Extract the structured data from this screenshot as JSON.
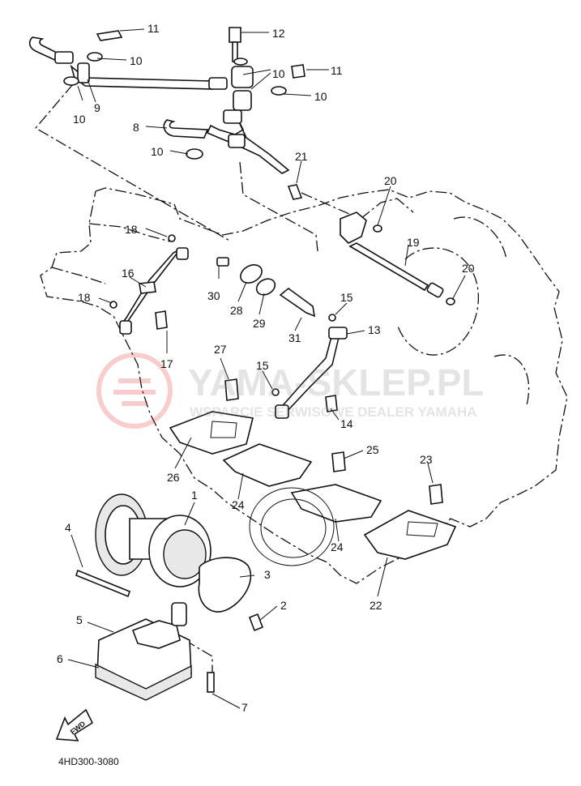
{
  "diagram": {
    "code": "4HD300-3080",
    "front_marker": "FWD",
    "watermark": {
      "brand": "YAMA-SKLEP.PL",
      "tagline": "WSPARCIE SERWISOWE DEALER YAMAHA"
    },
    "callouts": [
      {
        "id": "c1",
        "label": "1"
      },
      {
        "id": "c2",
        "label": "2"
      },
      {
        "id": "c3",
        "label": "3"
      },
      {
        "id": "c4",
        "label": "4"
      },
      {
        "id": "c5",
        "label": "5"
      },
      {
        "id": "c6",
        "label": "6"
      },
      {
        "id": "c7",
        "label": "7"
      },
      {
        "id": "c8",
        "label": "8"
      },
      {
        "id": "c9",
        "label": "9"
      },
      {
        "id": "c10a",
        "label": "10"
      },
      {
        "id": "c10b",
        "label": "10"
      },
      {
        "id": "c10c",
        "label": "10"
      },
      {
        "id": "c10d",
        "label": "10"
      },
      {
        "id": "c10e",
        "label": "10"
      },
      {
        "id": "c11a",
        "label": "11"
      },
      {
        "id": "c11b",
        "label": "11"
      },
      {
        "id": "c12",
        "label": "12"
      },
      {
        "id": "c13",
        "label": "13"
      },
      {
        "id": "c14",
        "label": "14"
      },
      {
        "id": "c15a",
        "label": "15"
      },
      {
        "id": "c15b",
        "label": "15"
      },
      {
        "id": "c16",
        "label": "16"
      },
      {
        "id": "c17",
        "label": "17"
      },
      {
        "id": "c18a",
        "label": "18"
      },
      {
        "id": "c18b",
        "label": "18"
      },
      {
        "id": "c19",
        "label": "19"
      },
      {
        "id": "c20a",
        "label": "20"
      },
      {
        "id": "c20b",
        "label": "20"
      },
      {
        "id": "c21",
        "label": "21"
      },
      {
        "id": "c22",
        "label": "22"
      },
      {
        "id": "c23",
        "label": "23"
      },
      {
        "id": "c24a",
        "label": "24"
      },
      {
        "id": "c24b",
        "label": "24"
      },
      {
        "id": "c25",
        "label": "25"
      },
      {
        "id": "c26",
        "label": "26"
      },
      {
        "id": "c27",
        "label": "27"
      },
      {
        "id": "c28",
        "label": "28"
      },
      {
        "id": "c29",
        "label": "29"
      },
      {
        "id": "c30",
        "label": "30"
      },
      {
        "id": "c31",
        "label": "31"
      }
    ]
  }
}
